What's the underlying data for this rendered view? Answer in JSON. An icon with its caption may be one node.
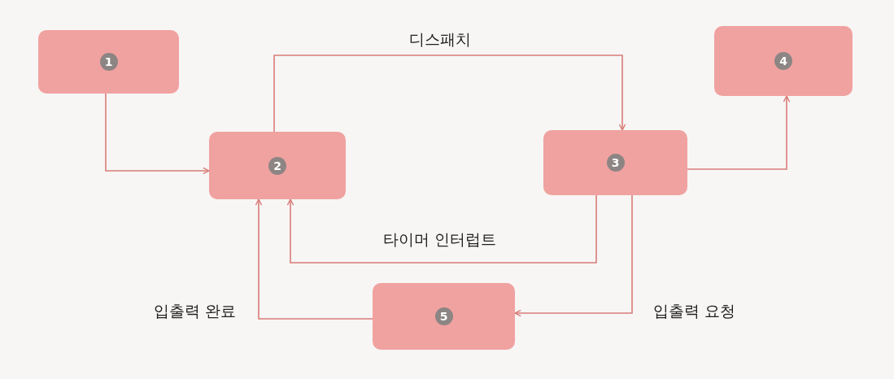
{
  "diagram": {
    "nodes": [
      {
        "text": [
          "1"
        ]
      },
      {
        "text": [
          "2"
        ]
      },
      {
        "text": [
          "3"
        ]
      },
      {
        "text": [
          "4"
        ]
      },
      {
        "text": [
          "5"
        ]
      }
    ],
    "edges": [
      {
        "from": 0,
        "to": 1,
        "arrow": "to"
      },
      {
        "from": 1,
        "to": 2,
        "arrow": "to",
        "label": "디스패치"
      },
      {
        "from": 2,
        "to": 3,
        "arrow": "to"
      },
      {
        "from": 2,
        "to": 1,
        "arrow": "to",
        "label": "타이머 인터럽트"
      },
      {
        "from": 2,
        "to": 4,
        "arrow": "to",
        "label": "입출력 요청"
      },
      {
        "from": 4,
        "to": 1,
        "arrow": "to",
        "label": "입출력 완료"
      }
    ]
  }
}
